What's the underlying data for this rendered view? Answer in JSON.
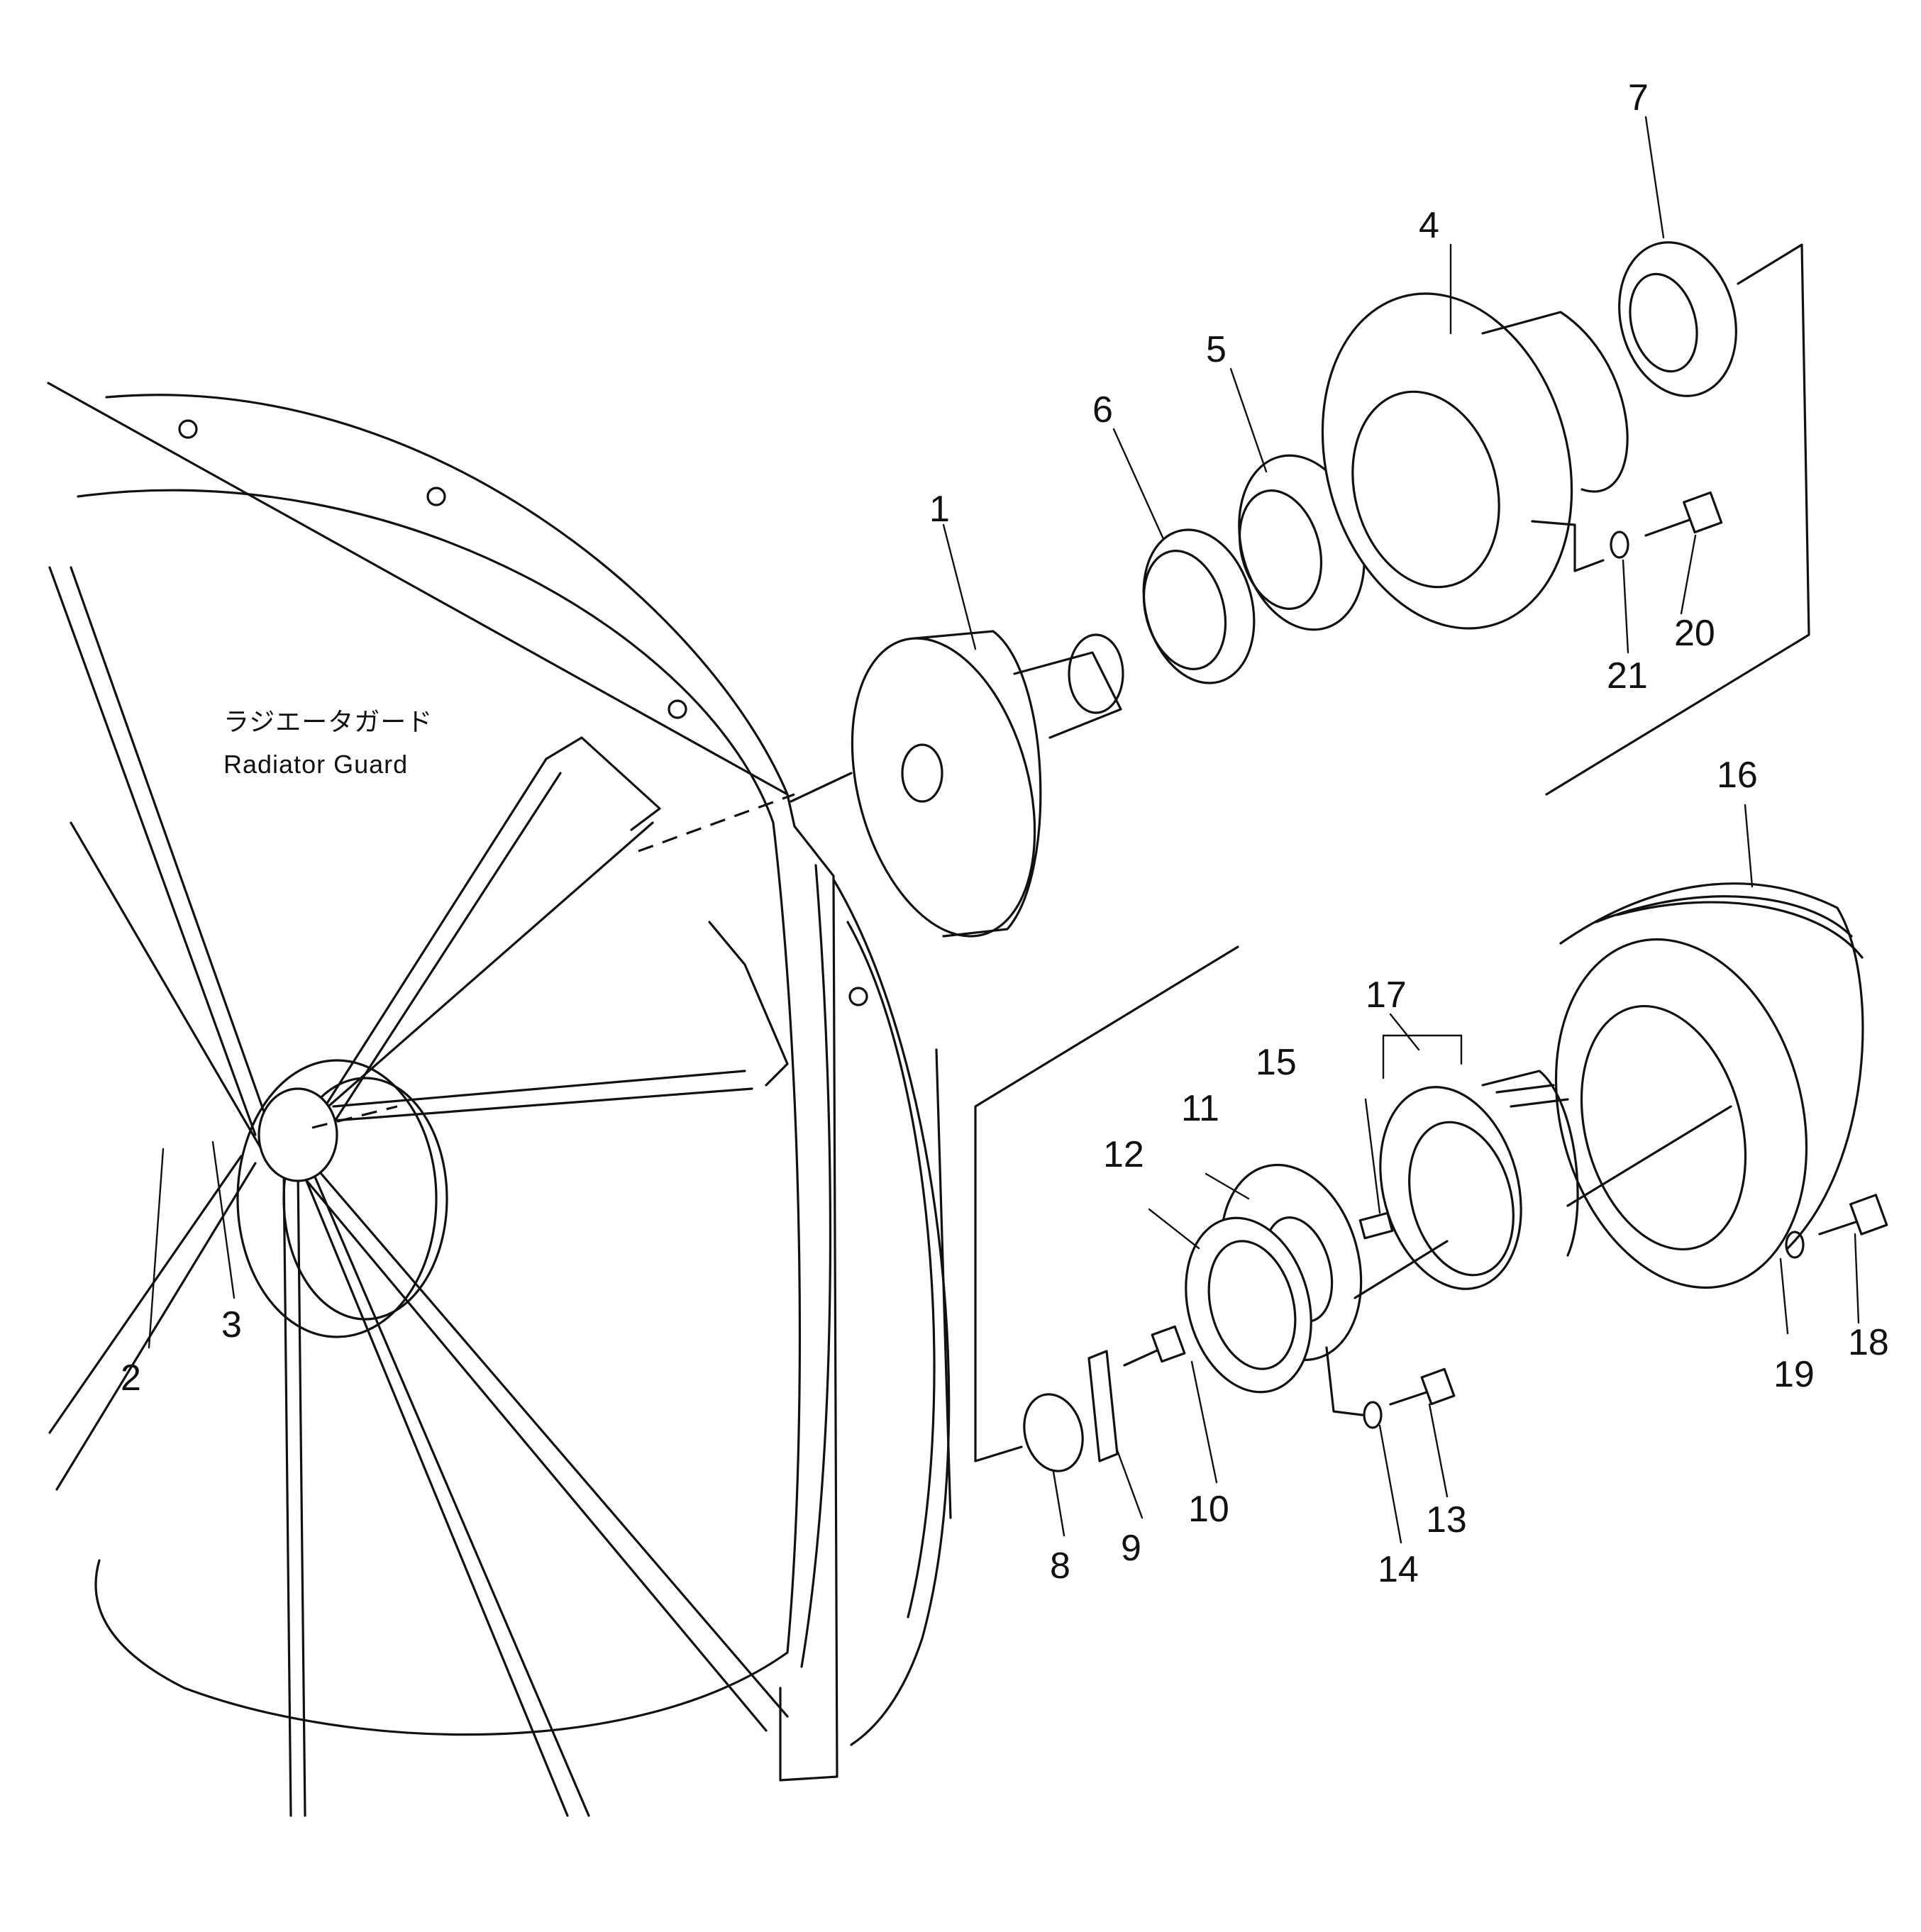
{
  "caption": {
    "japanese": "ラジエータガード",
    "english": "Radiator Guard"
  },
  "part_numbers": [
    "1",
    "2",
    "3",
    "4",
    "5",
    "6",
    "7",
    "8",
    "9",
    "10",
    "11",
    "12",
    "13",
    "14",
    "15",
    "16",
    "17",
    "18",
    "19",
    "20",
    "21"
  ],
  "icons": [
    "radiator-guard",
    "fan-shaft-flange",
    "bearing",
    "bearing-housing",
    "bolt",
    "washer",
    "pulley",
    "spacer"
  ]
}
